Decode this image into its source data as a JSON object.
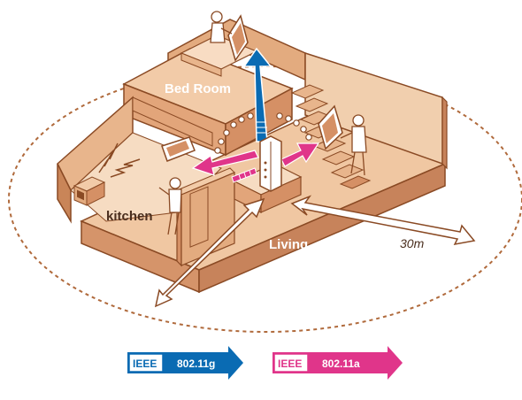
{
  "rooms": {
    "bedroom": "Bed Room",
    "kitchen": "kitchen",
    "living": "Living"
  },
  "distance_label": "30m",
  "legend": [
    {
      "tag": "IEEE",
      "standard": "802.11g",
      "color": "#0a6bb3"
    },
    {
      "tag": "IEEE",
      "standard": "802.11a",
      "color": "#e0358a"
    }
  ],
  "colors": {
    "wall_fill": "#e8b58c",
    "wall_stroke": "#8a4a24",
    "floor_light": "#f6dcc2",
    "label": "#ffffff",
    "text_dark": "#4a2e1e",
    "ring": "#b06a3c",
    "blue": "#0a6bb3",
    "magenta": "#e0358a"
  },
  "icons": [
    "router-icon",
    "laptop-icon",
    "microwave-icon",
    "person-icon",
    "stairs-icon",
    "bed-icon"
  ]
}
